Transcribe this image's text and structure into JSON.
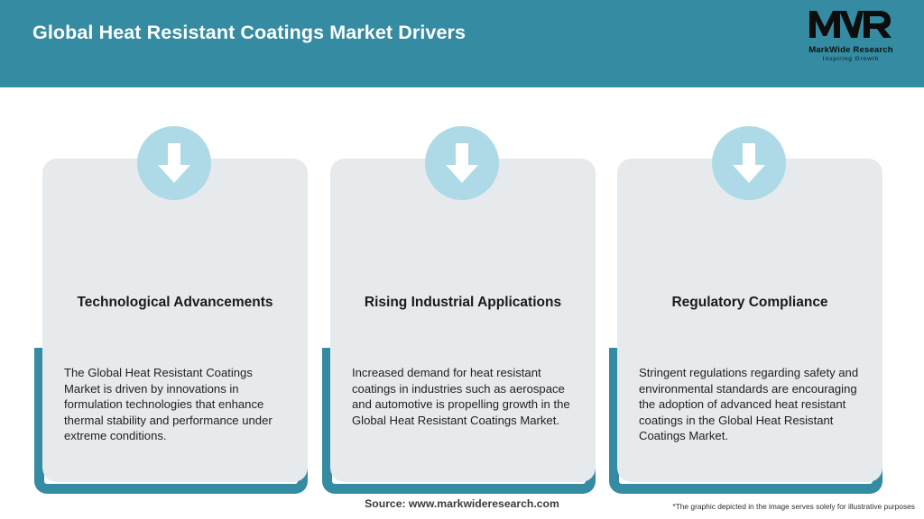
{
  "header": {
    "title": "Global Heat Resistant Coatings Market Drivers",
    "background_color": "#348ba2",
    "title_color": "#ffffff"
  },
  "logo": {
    "mark_text": "MWR",
    "name": "MarkWide Research",
    "tagline": "Inspiring Growth"
  },
  "cards": [
    {
      "icon": "down-arrow-icon",
      "title": "Technological Advancements",
      "body": "The Global Heat Resistant Coatings Market is driven by innovations in formulation technologies that enhance thermal stability and performance under extreme conditions."
    },
    {
      "icon": "down-arrow-icon",
      "title": "Rising Industrial Applications",
      "body": "Increased demand for heat resistant coatings in industries such as aerospace and automotive is propelling growth in the Global Heat Resistant Coatings Market."
    },
    {
      "icon": "down-arrow-icon",
      "title": "Regulatory Compliance",
      "body": "Stringent regulations regarding safety and environmental standards are encouraging the adoption of advanced heat resistant coatings in the Global Heat Resistant Coatings Market."
    }
  ],
  "footer": {
    "source": "Source: www.markwideresearch.com",
    "disclaimer": "*The graphic depicted in the image serves solely for illustrative purposes"
  },
  "colors": {
    "accent_teal": "#348ba2",
    "card_grey": "#e6eaec",
    "badge_blue": "#aed9e7",
    "page_white": "#ffffff"
  }
}
